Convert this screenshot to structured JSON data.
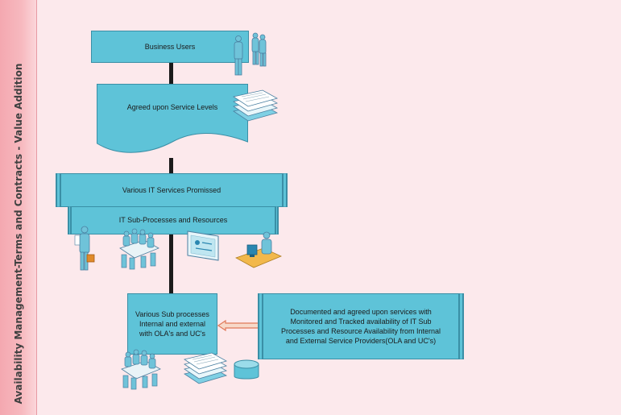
{
  "sidebar": {
    "title": "Availability Management-Terms and Contracts  - Value Addition"
  },
  "diagram": {
    "business_users": "Business Users",
    "agreed_service_levels": "Agreed upon Service Levels",
    "it_services": "Various IT Services Promissed",
    "sub_processes": "IT Sub-Processes and Resources",
    "sub_processes_ola": "Various Sub processes Internal and external with OLA's and UC's",
    "documented_services": "Documented and agreed upon services with Monitored and Tracked availability of IT Sub Processes and Resource Availability from Internal and External Service Providers(OLA and UC's)"
  },
  "icons": {
    "users": "people-group-icon",
    "documents": "document-stack-icon",
    "person_briefcase": "person-with-briefcase-icon",
    "meeting": "meeting-table-icon",
    "presentation": "presentation-screen-icon",
    "workstation": "person-at-computer-icon",
    "database": "database-icon"
  },
  "colors": {
    "box_fill": "#5ec3d8",
    "box_border": "#3a8fa6",
    "sidebar": "#f4a8b0",
    "background": "#fce9ec",
    "arrow": "#e07a5a"
  }
}
